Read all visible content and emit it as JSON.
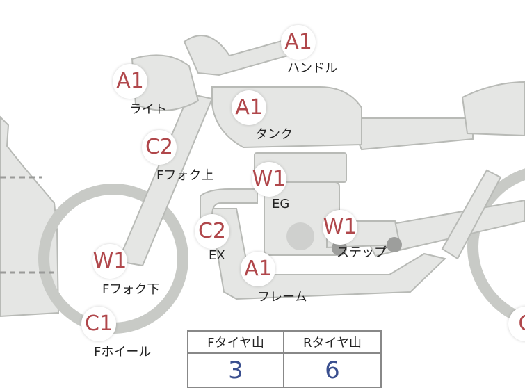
{
  "markers": [
    {
      "id": "handle",
      "code": "A1",
      "label": "ハンドル"
    },
    {
      "id": "light",
      "code": "A1",
      "label": "ライト"
    },
    {
      "id": "tank",
      "code": "A1",
      "label": "タンク"
    },
    {
      "id": "fork-upper",
      "code": "C2",
      "label": "Fフォク上"
    },
    {
      "id": "engine",
      "code": "W1",
      "label": "EG"
    },
    {
      "id": "exhaust",
      "code": "C2",
      "label": "EX"
    },
    {
      "id": "step",
      "code": "W1",
      "label": "ステップ"
    },
    {
      "id": "frame",
      "code": "A1",
      "label": "フレーム"
    },
    {
      "id": "fork-lower",
      "code": "W1",
      "label": "Fフォク下"
    },
    {
      "id": "wheel-front",
      "code": "C1",
      "label": "Fホイール"
    },
    {
      "id": "wheel-rear",
      "code": "C"
    }
  ],
  "tire_table": {
    "front_header": "Fタイヤ山",
    "rear_header": "Rタイヤ山",
    "front_value": "3",
    "rear_value": "6"
  },
  "colors": {
    "body_fill": "#e5e6e4",
    "body_stroke": "#b8bab6",
    "badge_text": "#b0474b",
    "value_text": "#3a4f8f"
  }
}
